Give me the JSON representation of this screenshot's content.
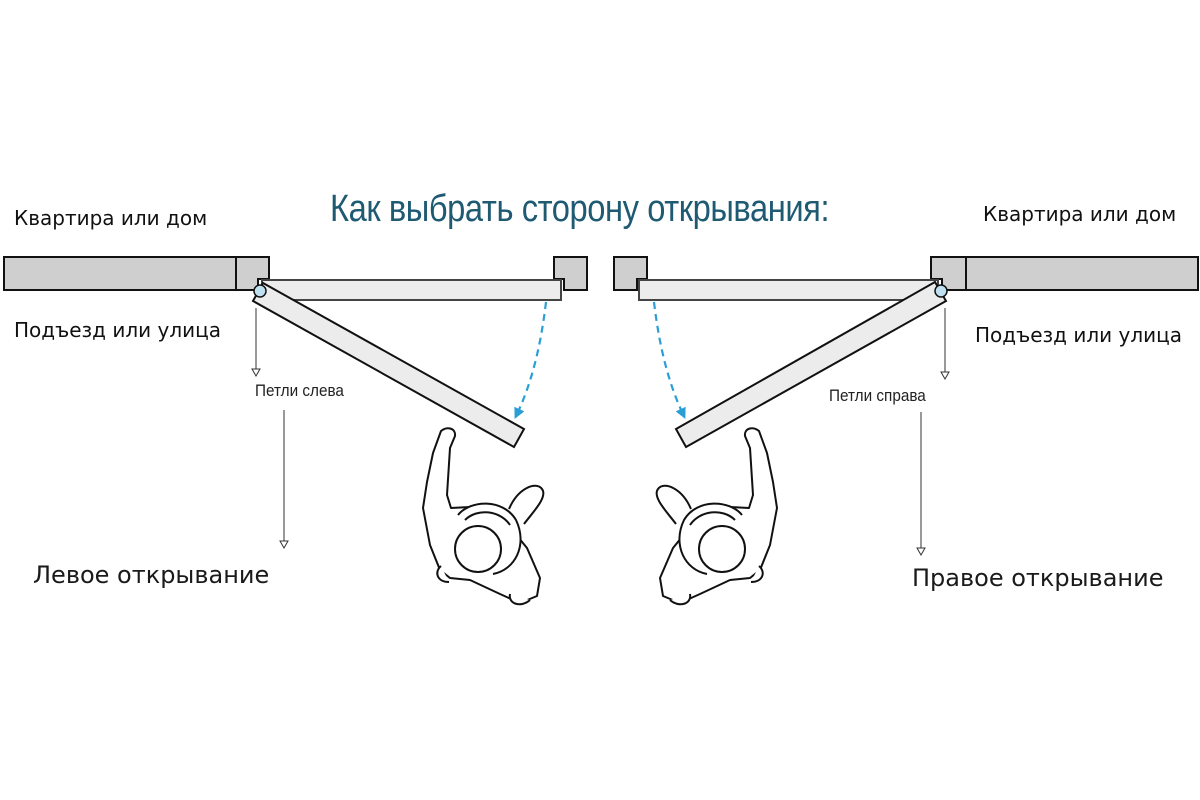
{
  "title": "Как выбрать сторону открывания:",
  "left": {
    "inside_label": "Квартира или дом",
    "outside_label": "Подъезд или улица",
    "hinges_label": "Петли слева",
    "opening_label": "Левое открывание"
  },
  "right": {
    "inside_label": "Квартира или дом",
    "outside_label": "Подъезд или улица",
    "hinges_label": "Петли справа",
    "opening_label": "Правое открывание"
  },
  "colors": {
    "title": "#1f5a73",
    "wall_fill": "#cfcfcf",
    "door_fill": "#ececec",
    "hinge_fill": "#bfe0ef",
    "arrow": "#2a9fd6",
    "stroke": "#111111"
  },
  "icons": [
    "wall",
    "door-leaf",
    "hinge",
    "swing-arrow",
    "pointer-arrow",
    "person-top-view"
  ]
}
